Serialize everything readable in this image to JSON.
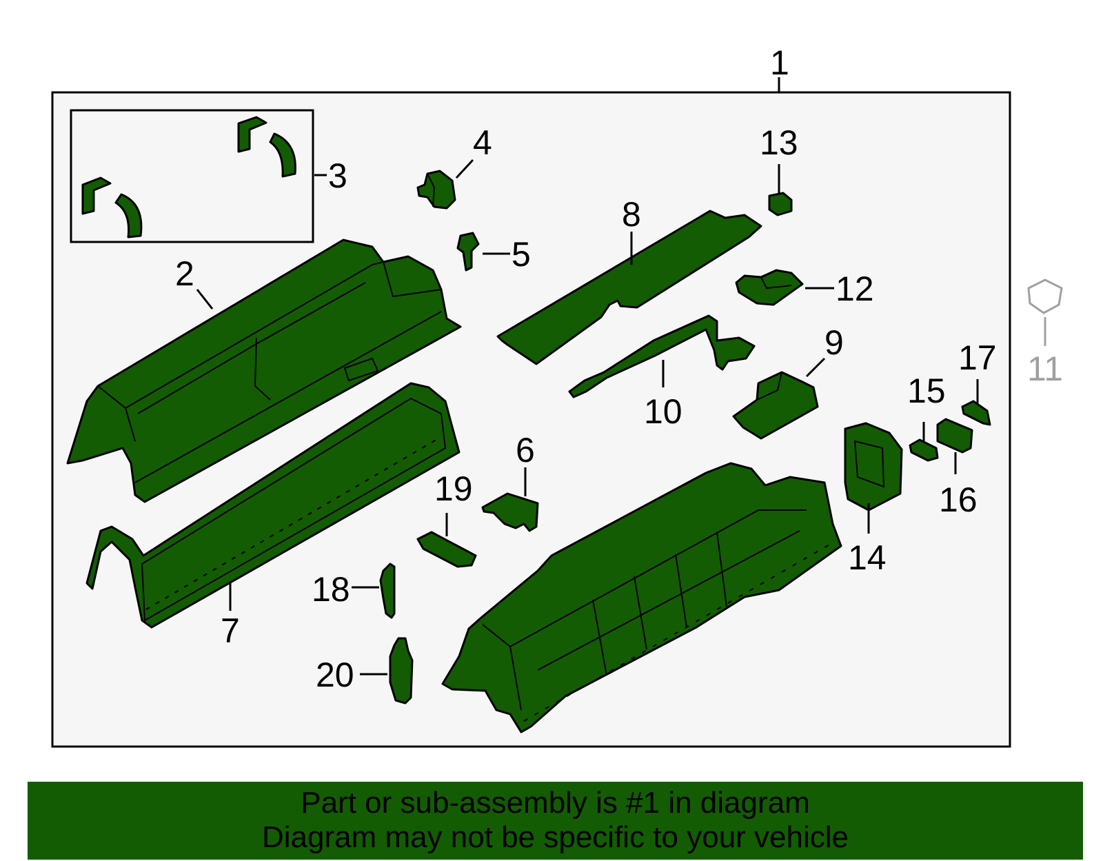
{
  "colors": {
    "part_fill": "#135c04",
    "frame_bg": "#f6f6f6",
    "banner_bg": "#135c04",
    "ghost_label": "#a0a0a0"
  },
  "callouts": {
    "c1": "1",
    "c2": "2",
    "c3": "3",
    "c4": "4",
    "c5": "5",
    "c6": "6",
    "c7": "7",
    "c8": "8",
    "c9": "9",
    "c10": "10",
    "c11": "11",
    "c12": "12",
    "c13": "13",
    "c14": "14",
    "c15": "15",
    "c16": "16",
    "c17": "17",
    "c18": "18",
    "c19": "19",
    "c20": "20"
  },
  "banner": {
    "line1": "Part or sub-assembly is #1 in diagram",
    "line2": "Diagram may not be specific to your vehicle"
  }
}
